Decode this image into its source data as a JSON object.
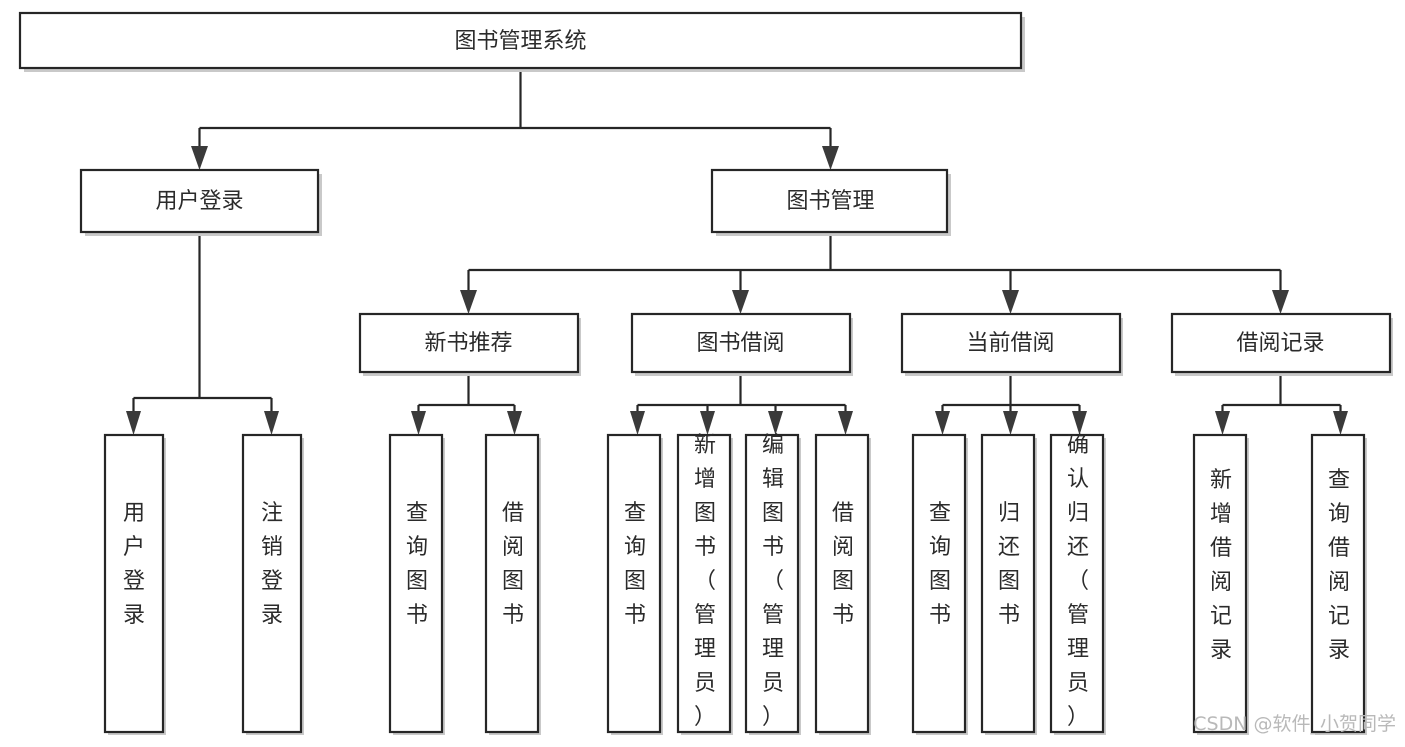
{
  "diagram": {
    "title_node": {
      "label": "图书管理系统"
    },
    "level2": [
      {
        "id": "user-login",
        "label": "用户登录"
      },
      {
        "id": "book-management",
        "label": "图书管理"
      }
    ],
    "level3": [
      {
        "id": "new-book-recommend",
        "label": "新书推荐"
      },
      {
        "id": "book-borrow",
        "label": "图书借阅"
      },
      {
        "id": "current-borrow",
        "label": "当前借阅"
      },
      {
        "id": "borrow-record",
        "label": "借阅记录"
      }
    ],
    "leaves": {
      "user_login": [
        {
          "id": "leaf-user-login",
          "label": "用户登录"
        },
        {
          "id": "leaf-logout-login",
          "label": "注销登录"
        }
      ],
      "new_book_recommend": [
        {
          "id": "leaf-query-book-1",
          "label": "查询图书"
        },
        {
          "id": "leaf-borrow-book-1",
          "label": "借阅图书"
        }
      ],
      "book_borrow": [
        {
          "id": "leaf-query-book-2",
          "label": "查询图书"
        },
        {
          "id": "leaf-add-book",
          "label": "新增图书（管理员）"
        },
        {
          "id": "leaf-edit-book",
          "label": "编辑图书（管理员）"
        },
        {
          "id": "leaf-borrow-book-2",
          "label": "借阅图书"
        }
      ],
      "current_borrow": [
        {
          "id": "leaf-query-book-3",
          "label": "查询图书"
        },
        {
          "id": "leaf-return-book",
          "label": "归还图书"
        },
        {
          "id": "leaf-confirm-return",
          "label": "确认归还（管理员）"
        }
      ],
      "borrow_record": [
        {
          "id": "leaf-add-record",
          "label": "新增借阅记录"
        },
        {
          "id": "leaf-query-record",
          "label": "查询借阅记录"
        }
      ]
    }
  },
  "watermark": {
    "text": "CSDN @软件_小贺同学"
  },
  "colors": {
    "box_stroke": "#262626",
    "box_fill": "#ffffff",
    "text": "#2b2b2b",
    "watermark": "#b9b9b9"
  }
}
